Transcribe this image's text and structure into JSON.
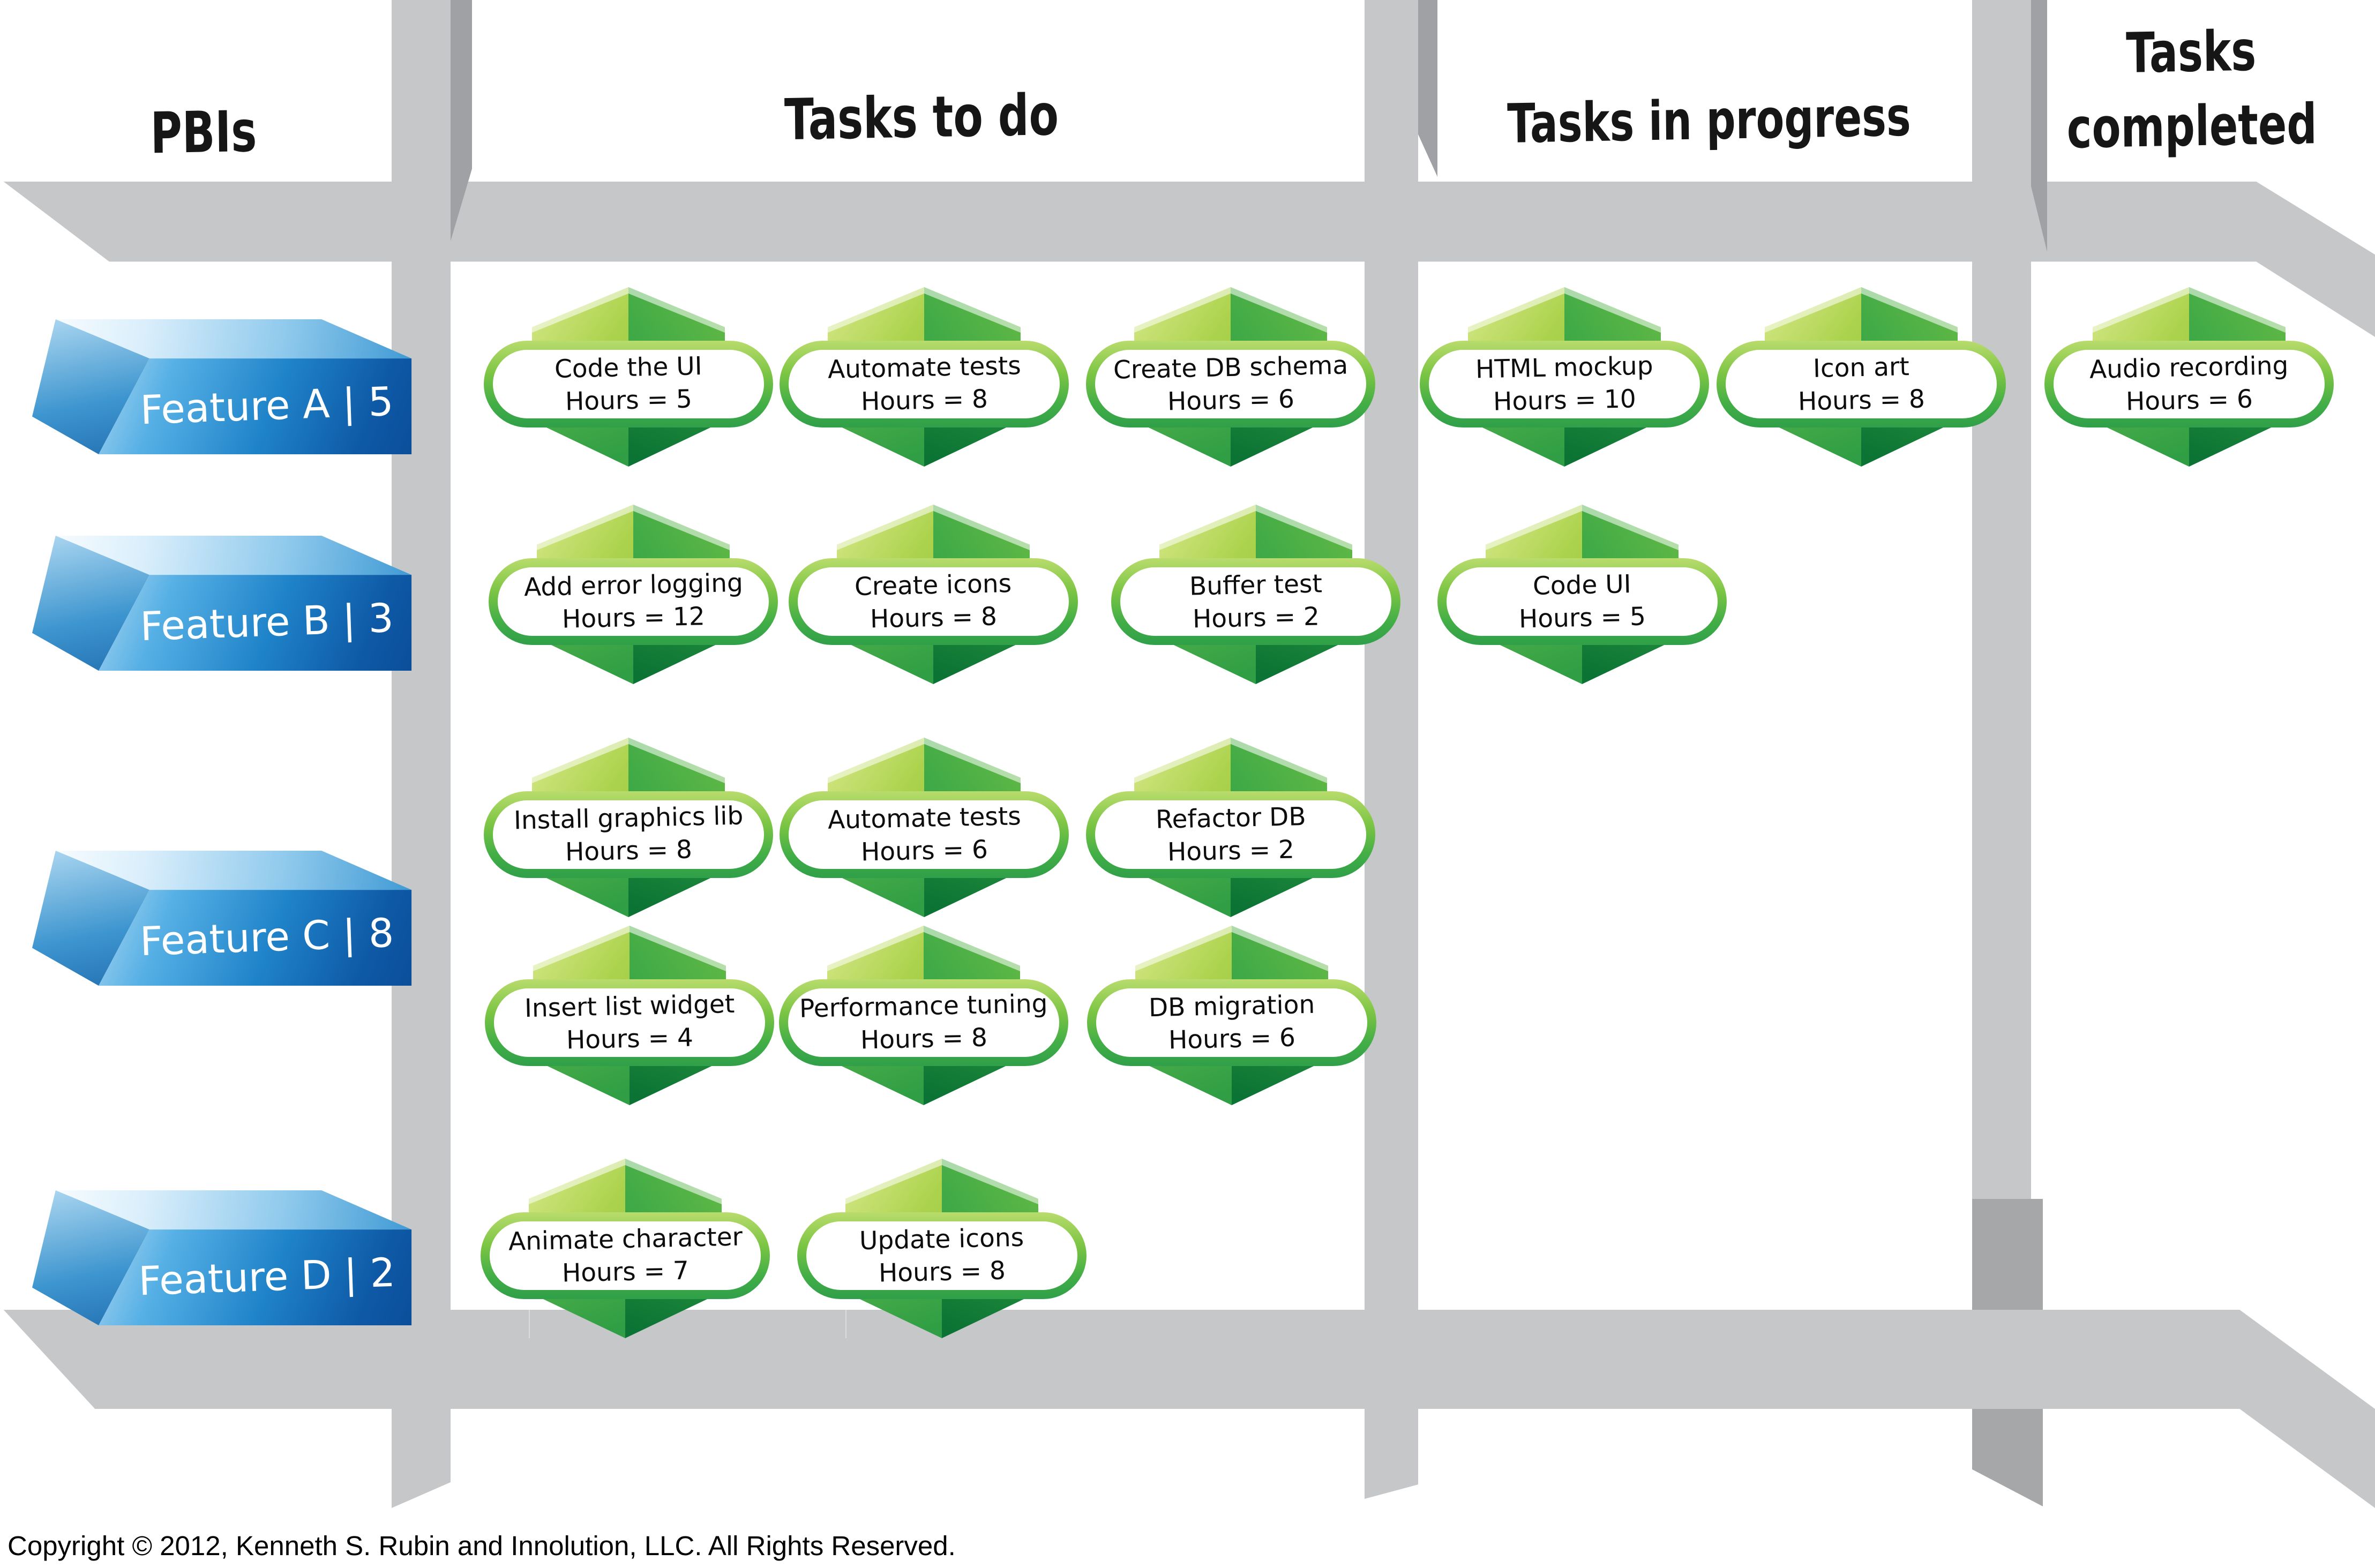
{
  "board": {
    "columns": [
      {
        "id": "pbis",
        "label": "PBIs"
      },
      {
        "id": "todo",
        "label": "Tasks to do"
      },
      {
        "id": "in_progress",
        "label": "Tasks in progress"
      },
      {
        "id": "completed",
        "label": "Tasks completed"
      }
    ],
    "rows": [
      {
        "pbi": {
          "label": "Feature A | 5",
          "name": "Feature A",
          "points": "5"
        },
        "todo": [
          {
            "title": "Code the UI",
            "hours": "Hours = 5"
          },
          {
            "title": "Automate tests",
            "hours": "Hours = 8"
          },
          {
            "title": "Create DB schema",
            "hours": "Hours = 6"
          }
        ],
        "in_progress": [
          {
            "title": "HTML mockup",
            "hours": "Hours = 10"
          },
          {
            "title": "Icon art",
            "hours": "Hours = 8"
          }
        ],
        "completed": [
          {
            "title": "Audio recording",
            "hours": "Hours = 6"
          }
        ]
      },
      {
        "pbi": {
          "label": "Feature B | 3",
          "name": "Feature B",
          "points": "3"
        },
        "todo": [
          {
            "title": "Add error logging",
            "hours": "Hours = 12"
          },
          {
            "title": "Create icons",
            "hours": "Hours = 8"
          },
          {
            "title": "Buffer test",
            "hours": "Hours = 2"
          }
        ],
        "in_progress": [
          {
            "title": "Code UI",
            "hours": "Hours = 5"
          }
        ],
        "completed": []
      },
      {
        "pbi": {
          "label": "Feature C | 8",
          "name": "Feature C",
          "points": "8"
        },
        "todo": [
          {
            "title": "Install graphics lib",
            "hours": "Hours = 8"
          },
          {
            "title": "Automate tests",
            "hours": "Hours = 6"
          },
          {
            "title": "Refactor DB",
            "hours": "Hours = 2"
          },
          {
            "title": "Insert list widget",
            "hours": "Hours = 4"
          },
          {
            "title": "Performance tuning",
            "hours": "Hours = 8"
          },
          {
            "title": "DB migration",
            "hours": "Hours = 6"
          }
        ],
        "in_progress": [],
        "completed": []
      },
      {
        "pbi": {
          "label": "Feature D | 2",
          "name": "Feature D",
          "points": "2"
        },
        "todo": [
          {
            "title": "Animate character",
            "hours": "Hours = 7"
          },
          {
            "title": "Update icons",
            "hours": "Hours = 8"
          }
        ],
        "in_progress": [],
        "completed": []
      }
    ]
  },
  "colors": {
    "pbi_blue": "#1565ae",
    "task_green": "#3aa935",
    "task_ring_light": "#a6ce39",
    "beam_gray": "#c6c7c9",
    "beam_gray_dark": "#9fa1a4"
  },
  "footer": {
    "copyright": "Copyright © 2012, Kenneth S. Rubin and Innolution, LLC. All Rights Reserved."
  }
}
